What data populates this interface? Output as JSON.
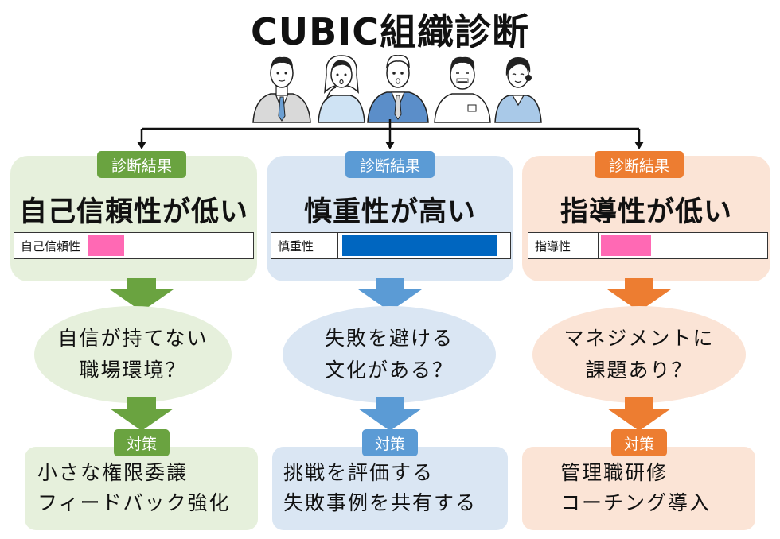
{
  "title": "CUBIC組織診断",
  "columns": [
    {
      "badge": "診断結果",
      "heading": "自己信頼性が低い",
      "meter_label": "自己信頼性",
      "meter_level": 0.22,
      "meter_color": "#ff69b4",
      "question": [
        "自信が持てない",
        "職場環境？"
      ],
      "measure_badge": "対策",
      "measures": [
        "小さな権限委譲",
        "フィードバック強化"
      ],
      "colors": {
        "panel": "#e6f0dc",
        "badge": "#6aa340",
        "arrow": "#6aa340",
        "ellipse": "#e6f0dc",
        "solution": "#e6f0dc"
      }
    },
    {
      "badge": "診断結果",
      "heading": "慎重性が高い",
      "meter_label": "慎重性",
      "meter_level": 1.0,
      "meter_color": "#0066c0",
      "question": [
        "失敗を避ける",
        "文化がある？"
      ],
      "measure_badge": "対策",
      "measures": [
        "挑戦を評価する",
        "失敗事例を共有する"
      ],
      "colors": {
        "panel": "#dae6f3",
        "badge": "#5b9bd5",
        "arrow": "#5b9bd5",
        "ellipse": "#dae6f3",
        "solution": "#dae6f3"
      }
    },
    {
      "badge": "診断結果",
      "heading": "指導性が低い",
      "meter_label": "指導性",
      "meter_level": 0.3,
      "meter_color": "#ff69b4",
      "question": [
        "マネジメントに",
        "課題あり？"
      ],
      "measure_badge": "対策",
      "measures": [
        "管理職研修",
        "コーチング導入"
      ],
      "colors": {
        "panel": "#fbe4d6",
        "badge": "#ed7d31",
        "arrow": "#ed7d31",
        "ellipse": "#fbe4d6",
        "solution": "#fbe4d6"
      }
    }
  ]
}
